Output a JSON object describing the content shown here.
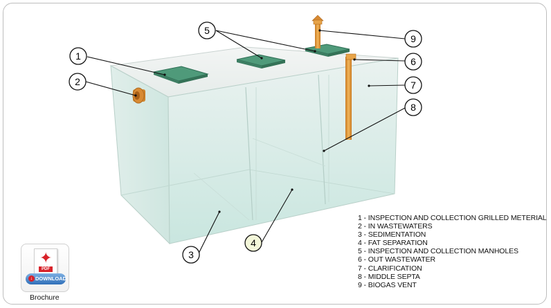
{
  "callouts": [
    "1",
    "2",
    "3",
    "4",
    "5",
    "6",
    "7",
    "8",
    "9"
  ],
  "legend": [
    "1 - INSPECTION AND COLLECTION GRILLED METERIAL",
    "2 - IN WASTEWATERS",
    "3 - SEDIMENTATION",
    "4 - FAT SEPARATION",
    "5 - INSPECTION AND COLLECTION MANHOLES",
    "6 - OUT WASTEWATER",
    "7 - CLARIFICATION",
    "8 - MIDDLE SEPTA",
    "9 - BIOGAS VENT"
  ],
  "brochure": {
    "label": "Brochure",
    "download_label": "DOWNLOAD",
    "badge": "PDF",
    "icon": "pdf-icon"
  },
  "colors": {
    "tank_glass": "#dcefeb",
    "manhole": "#4f9a7a",
    "pipe": "#e39a3c",
    "callout_highlight": "#f3f7d9"
  }
}
